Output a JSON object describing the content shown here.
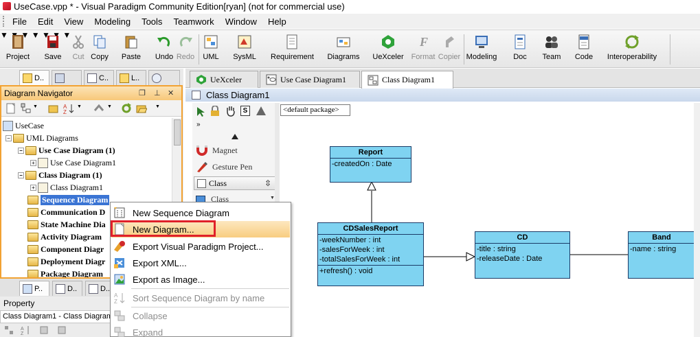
{
  "window": {
    "title": "UseCase.vpp * - Visual Paradigm Community Edition[ryan] (not for commercial use)"
  },
  "menu": [
    "File",
    "Edit",
    "View",
    "Modeling",
    "Tools",
    "Teamwork",
    "Window",
    "Help"
  ],
  "toolbar": {
    "project": "Project",
    "save": "Save",
    "cut": "Cut",
    "copy": "Copy",
    "paste": "Paste",
    "undo": "Undo",
    "redo": "Redo",
    "uml": "UML",
    "sysml": "SysML",
    "requirement": "Requirement",
    "diagrams": "Diagrams",
    "uexceler": "UeXceler",
    "format": "Format",
    "copier": "Copier",
    "modeling": "Modeling",
    "doc": "Doc",
    "team": "Team",
    "code": "Code",
    "interoperability": "Interoperability"
  },
  "dock_tabs": [
    "D..",
    "",
    "C..",
    "L..",
    ""
  ],
  "navigator": {
    "title": "Diagram Navigator",
    "tree": [
      {
        "label": "UseCase"
      },
      {
        "label": "UML Diagrams"
      },
      {
        "label": "Use Case Diagram (1)"
      },
      {
        "label": "Use Case Diagram1"
      },
      {
        "label": "Class Diagram (1)"
      },
      {
        "label": "Class Diagram1"
      },
      {
        "label": "Sequence Diagram"
      },
      {
        "label": "Communication D"
      },
      {
        "label": "State Machine Dia"
      },
      {
        "label": "Activity Diagram"
      },
      {
        "label": "Component Diagr"
      },
      {
        "label": "Deployment Diagr"
      },
      {
        "label": "Package Diagram"
      }
    ]
  },
  "property": {
    "tabs": [
      "P..",
      "D..",
      "D.."
    ],
    "title": "Property",
    "selector": "Class Diagram1 - Class Diagram"
  },
  "doc_tabs": [
    "UeXceler",
    "Use Case Diagram1",
    "Class Diagram1"
  ],
  "diagram": {
    "title": "Class Diagram1",
    "package": "<default package>",
    "palette": {
      "magnet": "Magnet",
      "gesture": "Gesture Pen",
      "group": "Class",
      "item": "Class"
    },
    "classes": {
      "report": {
        "name": "Report",
        "attrs": [
          "-createdOn : Date"
        ]
      },
      "cdsales": {
        "name": "CDSalesReport",
        "attrs": [
          "-weekNumber : int",
          "-salesForWeek : int",
          "-totalSalesForWeek : int"
        ],
        "ops": [
          "+refresh() : void"
        ]
      },
      "cd": {
        "name": "CD",
        "attrs": [
          "-title : string",
          "-releaseDate : Date"
        ]
      },
      "band": {
        "name": "Band",
        "attrs": [
          "-name : string"
        ]
      }
    }
  },
  "context_menu": {
    "items": [
      {
        "label": "New Sequence Diagram",
        "enabled": true
      },
      {
        "label": "New Diagram...",
        "enabled": true,
        "highlighted": true
      },
      {
        "label": "Export Visual Paradigm Project...",
        "enabled": true
      },
      {
        "label": "Export XML...",
        "enabled": true
      },
      {
        "label": "Export as Image...",
        "enabled": true
      },
      {
        "label": "Sort Sequence Diagram by name",
        "enabled": false
      },
      {
        "label": "Collapse",
        "enabled": false
      },
      {
        "label": "Expand",
        "enabled": false
      }
    ]
  },
  "colors": {
    "class_fill": "#7fd3f1",
    "class_border": "#1a3a66",
    "highlight_box": "#e0202a",
    "navigator_border": "#f2a232"
  }
}
